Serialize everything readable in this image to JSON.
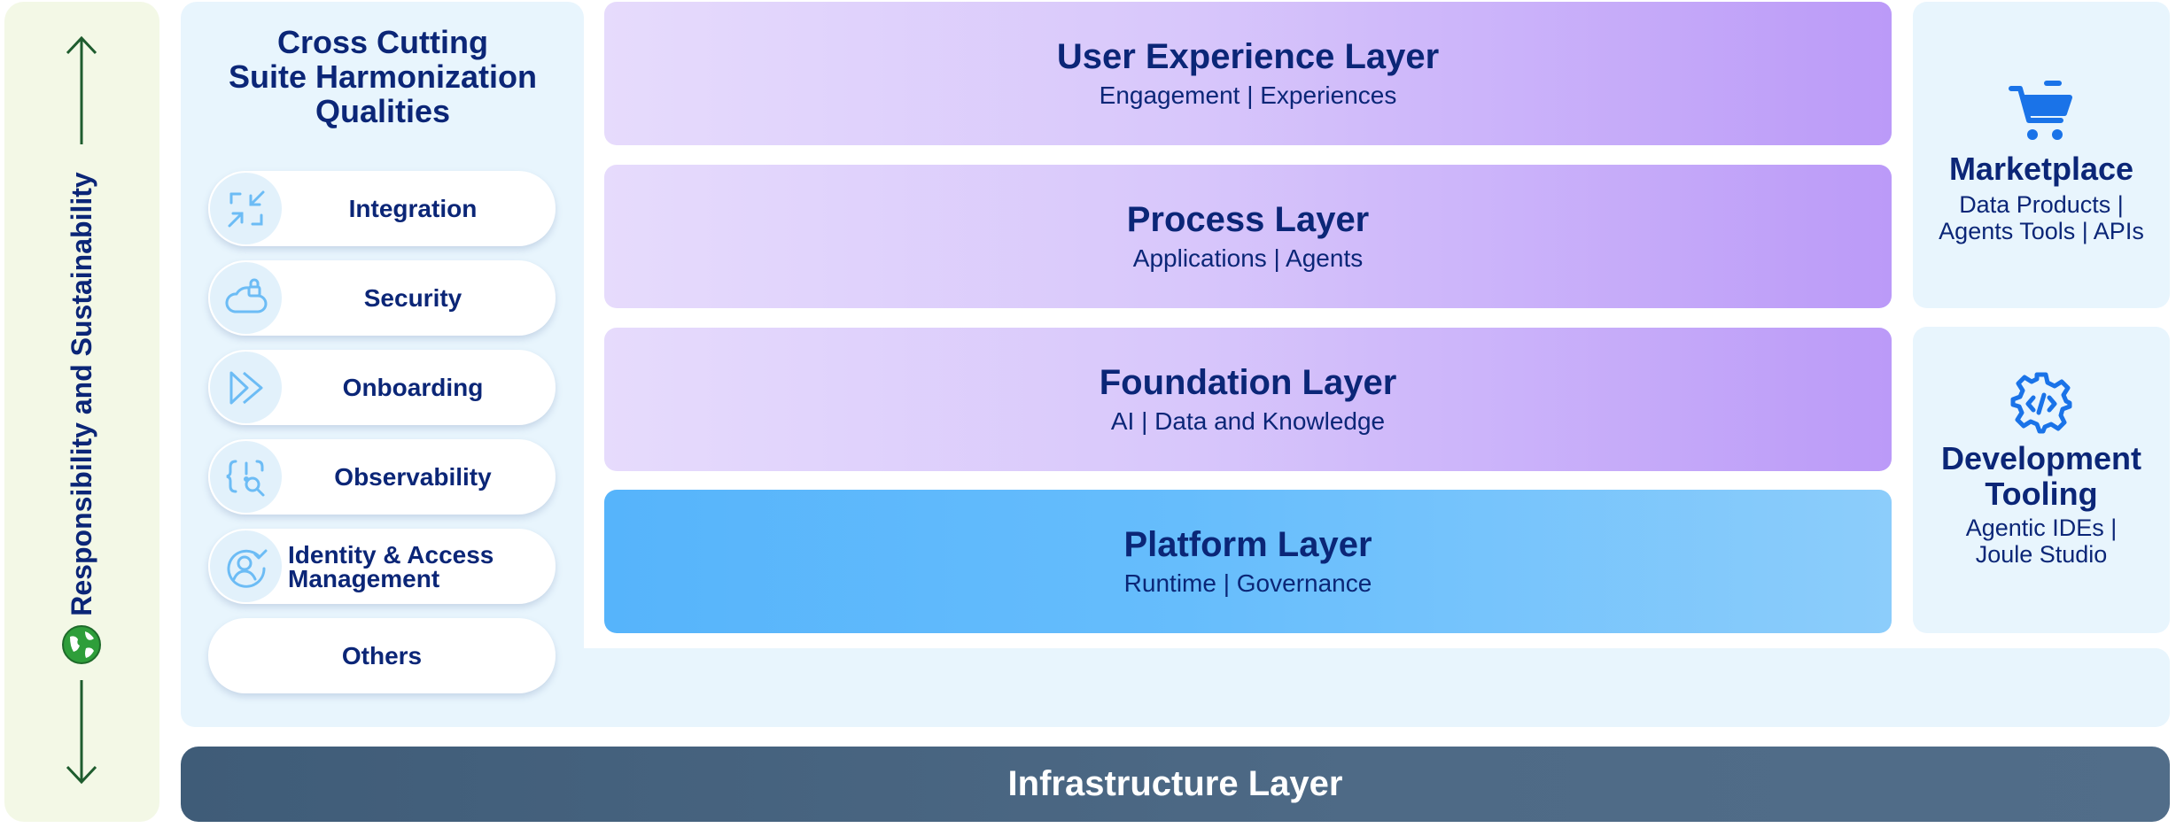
{
  "side_bar": {
    "label": "Responsibility and Sustainability"
  },
  "cross_cutting": {
    "title_lines": [
      "Cross Cutting",
      "Suite Harmonization",
      "Qualities"
    ],
    "items": [
      {
        "label": "Integration",
        "icon": "collapse-arrows-icon"
      },
      {
        "label": "Security",
        "icon": "cloud-lock-icon"
      },
      {
        "label": "Onboarding",
        "icon": "double-chevron-right-icon"
      },
      {
        "label": "Observability",
        "icon": "code-search-icon"
      },
      {
        "label_lines": [
          "Identity & Access",
          "Management"
        ],
        "icon": "user-check-icon"
      },
      {
        "label": "Others"
      }
    ]
  },
  "layers": [
    {
      "title": "User Experience Layer",
      "subtitle": "Engagement | Experiences"
    },
    {
      "title": "Process Layer",
      "subtitle": "Applications | Agents"
    },
    {
      "title": "Foundation Layer",
      "subtitle": "AI | Data and Knowledge"
    },
    {
      "title": "Platform Layer",
      "subtitle": "Runtime | Governance"
    }
  ],
  "marketplace": {
    "title": "Marketplace",
    "sub_lines": [
      "Data Products |",
      "Agents Tools | APIs"
    ],
    "icon": "shopping-cart-icon"
  },
  "dev_tooling": {
    "title_lines": [
      "Development",
      "Tooling"
    ],
    "sub_lines": [
      "Agentic IDEs |",
      "Joule Studio"
    ],
    "icon": "gear-code-icon"
  },
  "infrastructure": {
    "title": "Infrastructure Layer"
  },
  "colors": {
    "text_navy": "#0b2677",
    "icon_blue": "#1a73e8",
    "light_icon_blue": "#6cbcf5",
    "arrow_green": "#1e5c2e",
    "globe_green": "#2e9e3a",
    "infra_bg": "#4a6682"
  }
}
